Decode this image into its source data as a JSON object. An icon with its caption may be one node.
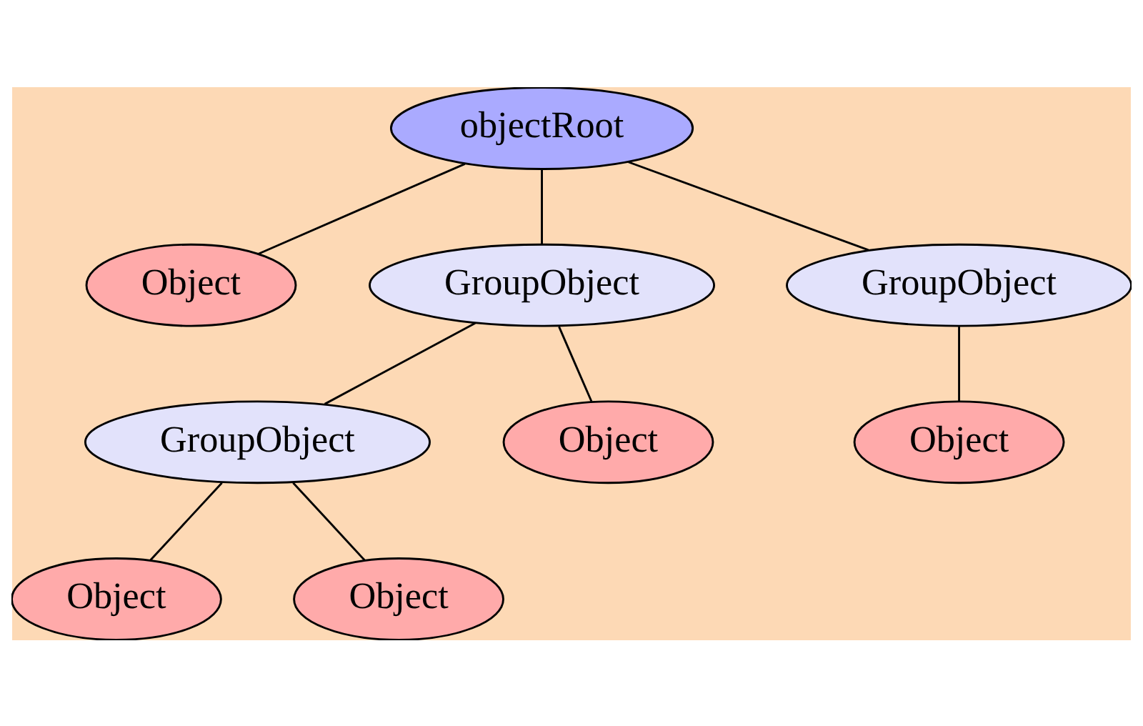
{
  "diagram": {
    "nodes": [
      {
        "text": [
          "objectRoot"
        ]
      },
      {
        "text": [
          "Object"
        ]
      },
      {
        "text": [
          "GroupObject"
        ]
      },
      {
        "text": [
          "GroupObject"
        ]
      },
      {
        "text": [
          "GroupObject"
        ]
      },
      {
        "text": [
          "Object"
        ]
      },
      {
        "text": [
          "Object"
        ]
      },
      {
        "text": [
          "Object"
        ]
      },
      {
        "text": [
          "Object"
        ]
      }
    ],
    "edges": [
      {
        "from": 0,
        "to": 1,
        "arrow": "none"
      },
      {
        "from": 0,
        "to": 2,
        "arrow": "none"
      },
      {
        "from": 0,
        "to": 3,
        "arrow": "none"
      },
      {
        "from": 2,
        "to": 4,
        "arrow": "none"
      },
      {
        "from": 2,
        "to": 5,
        "arrow": "none"
      },
      {
        "from": 3,
        "to": 6,
        "arrow": "none"
      },
      {
        "from": 4,
        "to": 7,
        "arrow": "none"
      },
      {
        "from": 4,
        "to": 8,
        "arrow": "none"
      }
    ]
  }
}
